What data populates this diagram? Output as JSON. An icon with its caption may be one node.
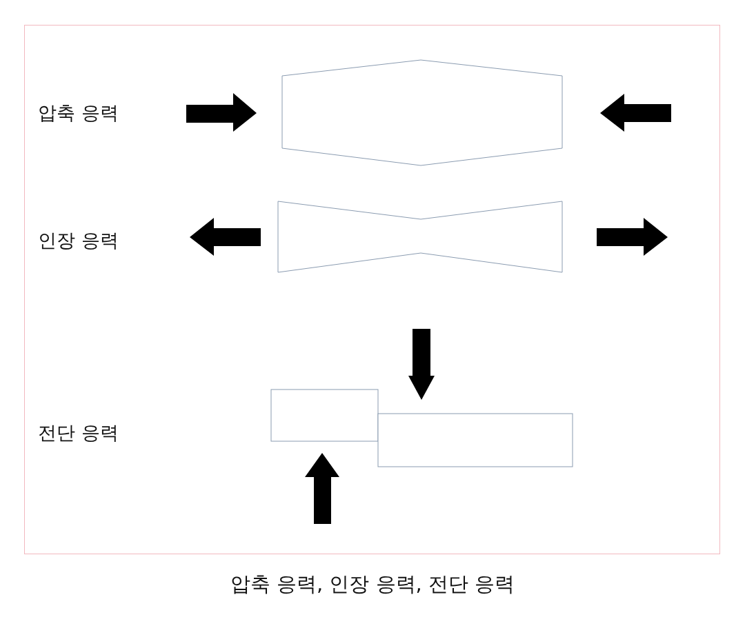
{
  "diagram": {
    "caption": "압축 응력, 인장 응력, 전단 응력",
    "labels": [
      "압축 응력",
      "인장 응력",
      "전단 응력"
    ]
  }
}
